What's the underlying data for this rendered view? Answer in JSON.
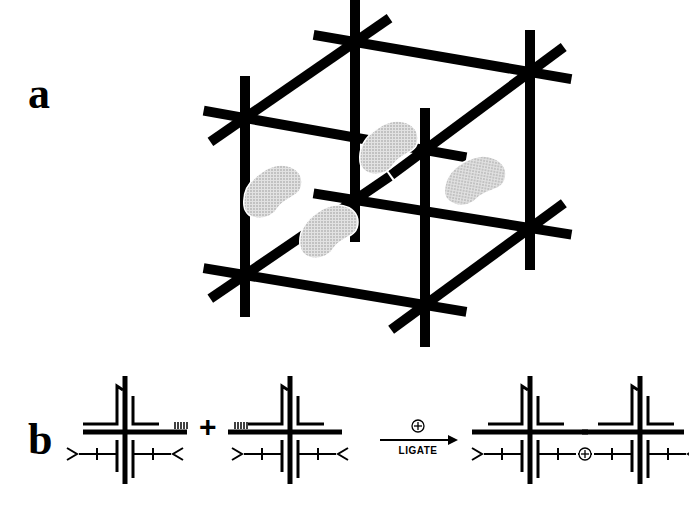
{
  "diagram": {
    "labels": [
      "a",
      "b",
      "+",
      "LIGATE"
    ]
  }
}
